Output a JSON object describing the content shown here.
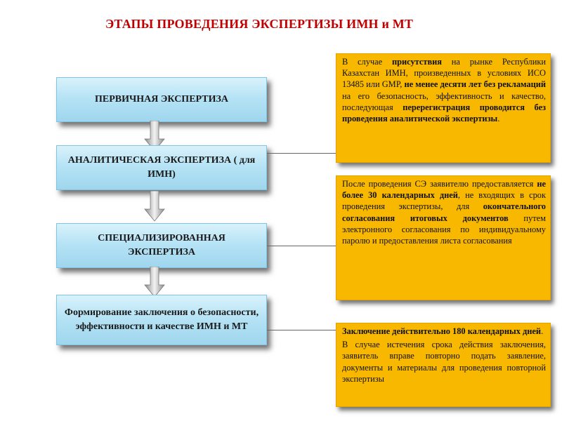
{
  "title": "ЭТАПЫ ПРОВЕДЕНИЯ ЭКСПЕРТИЗЫ ИМН и МТ",
  "stages": [
    {
      "label": "ПЕРВИЧНАЯ ЭКСПЕРТИЗА"
    },
    {
      "label": "АНАЛИТИЧЕСКАЯ ЭКСПЕРТИЗА ( для ИМН)"
    },
    {
      "label": "СПЕЦИАЛИЗИРОВАННАЯ ЭКСПЕРТИЗА"
    },
    {
      "label": "Формирование заключения о безопасности, эффективности и качестве ИМН и МТ"
    }
  ],
  "notes": [
    {
      "segments": [
        {
          "text": "В случае ",
          "bold": false
        },
        {
          "text": "присутствия",
          "bold": true
        },
        {
          "text": " на рынке Республики Казахстан ИМН, произведенных в условиях ИСО 13485 или GMP, ",
          "bold": false
        },
        {
          "text": "не менее десяти лет без рекламаций",
          "bold": true
        },
        {
          "text": " на его безопасность, эффективность и качество, последующая ",
          "bold": false
        },
        {
          "text": "перерегистрация проводится без проведения аналитической экспертизы",
          "bold": true
        },
        {
          "text": ".",
          "bold": false
        }
      ]
    },
    {
      "segments": [
        {
          "text": "После проведения СЭ заявителю предоставляется ",
          "bold": false
        },
        {
          "text": "не более 30 календарных дней",
          "bold": true
        },
        {
          "text": ", не входящих в срок проведения экспертизы, для ",
          "bold": false
        },
        {
          "text": "окончательного согласования итоговых документов",
          "bold": true
        },
        {
          "text": " путем электронного согласования по индивидуальному паролю и предоставления листа согласования",
          "bold": false
        }
      ]
    },
    {
      "paragraphs": [
        [
          {
            "text": "Заключение действительно 180 календарных дней",
            "bold": true
          },
          {
            "text": ".",
            "bold": false
          }
        ],
        [
          {
            "text": "В случае истечения срока действия заключения, заявитель вправе повторно подать заявление, документы и материалы для проведения повторной экспертизы",
            "bold": false
          }
        ]
      ]
    }
  ],
  "colors": {
    "title": "#c00000",
    "stage_fill": "#b6e3f5",
    "note_fill": "#f8b800",
    "connector": "#666666"
  }
}
